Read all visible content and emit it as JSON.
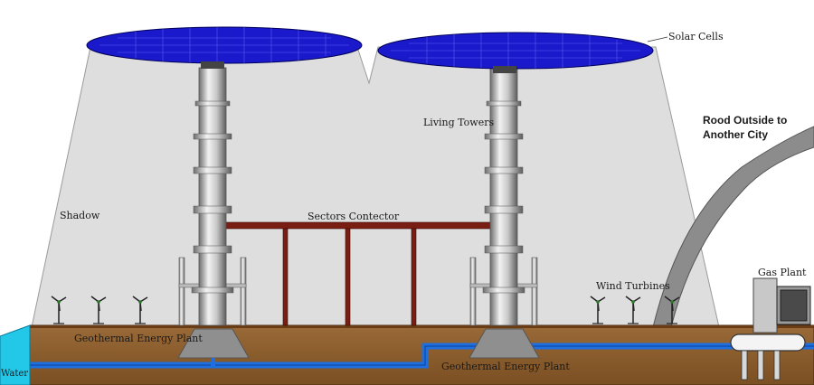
{
  "labels": {
    "solar_cells": "Solar Cells",
    "living_towers": "Living Towers",
    "road": "Rood Outside to Another City",
    "road_line1": "Rood Outside to",
    "road_line2": "Another City",
    "shadow": "Shadow",
    "sectors_connector": "Sectors Contector",
    "wind_turbines": "Wind Turbines",
    "gas_plant": "Gas Plant",
    "geothermal_left": "Geothermal Energy Plant",
    "geothermal_right": "Geothermal Energy Plant",
    "water": "Water"
  },
  "colors": {
    "shadow": "#dcdcdc",
    "solar": "#1a1acc",
    "ground": "#8a5a2a",
    "water": "#1e6fe0",
    "connector": "#7a1d12",
    "tower": "#9a9a9a",
    "road": "#8c8c8c"
  }
}
